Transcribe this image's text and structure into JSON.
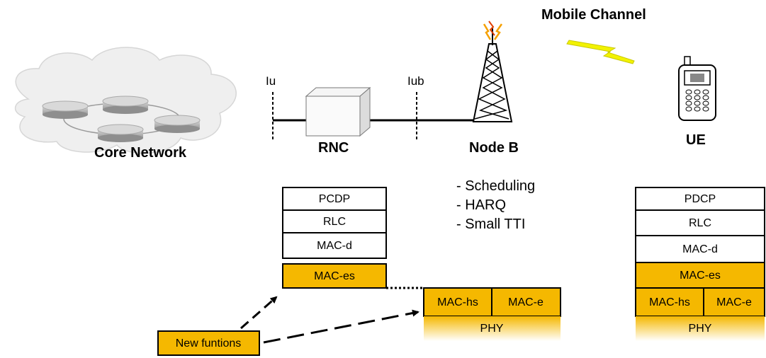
{
  "labels": {
    "core_network": "Core Network",
    "rnc": "RNC",
    "node_b": "Node B",
    "ue": "UE",
    "mobile_channel": "Mobile Channel",
    "iu": "Iu",
    "iub": "Iub"
  },
  "node_b_functions": [
    "- Scheduling",
    "- HARQ",
    "- Small TTI"
  ],
  "rnc_stack": [
    "PCDP",
    "RLC",
    "MAC-d",
    "MAC-es"
  ],
  "node_b_stack": {
    "mac_hs": "MAC-hs",
    "mac_e": "MAC-e",
    "phy": "PHY"
  },
  "ue_stack": {
    "pdcp": "PDCP",
    "rlc": "RLC",
    "mac_d": "MAC-d",
    "mac_es": "MAC-es",
    "mac_hs": "MAC-hs",
    "mac_e": "MAC-e",
    "phy": "PHY"
  },
  "new_functions_label": "New funtions",
  "colors": {
    "new_function": "#f5b800",
    "border": "#000000",
    "lightning": "#f2f200",
    "cloud": "#eeeeee"
  }
}
